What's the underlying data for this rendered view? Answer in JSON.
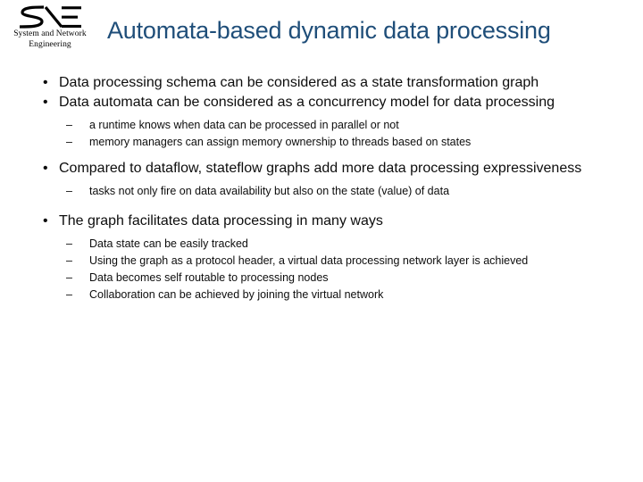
{
  "slide": {
    "title": "Automata-based dynamic data processing",
    "title_color": "#1F4E79",
    "background_color": "#FFFFFF",
    "logo": {
      "name": "sne-logo",
      "monogram": "SNE",
      "caption_line1": "System and Network",
      "caption_line2": "Engineering"
    },
    "markers": {
      "level1": "•",
      "level2": "–"
    },
    "content": [
      {
        "level": 1,
        "text": "Data processing schema can be considered as a state transformation graph"
      },
      {
        "level": 1,
        "text": "Data automata can be considered as a concurrency model for data processing"
      },
      {
        "level": 2,
        "text": "a runtime knows when data can be processed in parallel or not"
      },
      {
        "level": 2,
        "text": "memory managers can assign memory ownership to threads based on states"
      },
      {
        "level": 1,
        "text": "Compared to dataflow, stateflow graphs add more data processing expressiveness"
      },
      {
        "level": 2,
        "text": "tasks not only fire on data availability but also on the state (value) of data"
      },
      {
        "level": 1,
        "text": "The graph facilitates data processing in many ways"
      },
      {
        "level": 2,
        "text": "Data state can be easily tracked"
      },
      {
        "level": 2,
        "text": "Using the graph as a protocol header, a virtual data processing network layer is achieved"
      },
      {
        "level": 2,
        "text": "Data becomes self routable to processing nodes"
      },
      {
        "level": 2,
        "text": "Collaboration can be achieved by joining the virtual network"
      }
    ]
  }
}
